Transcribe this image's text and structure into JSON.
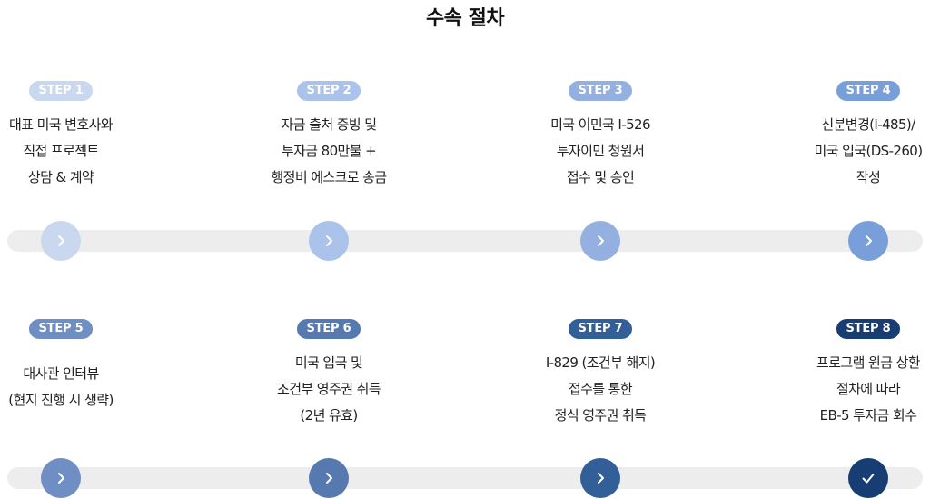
{
  "title": "수속 절차",
  "steps": [
    {
      "label": "STEP 1",
      "lines": [
        "대표 미국 변호사와",
        "직접 프로젝트",
        "상담 & 계약"
      ],
      "color": "#c9d8ef",
      "icon": "chevron-right-icon"
    },
    {
      "label": "STEP 2",
      "lines": [
        "자금 출처 증빙 및",
        "투자금 80만불 +",
        "행정비 에스크로 송금"
      ],
      "color": "#abc3ea",
      "icon": "chevron-right-icon"
    },
    {
      "label": "STEP 3",
      "lines": [
        "미국 이민국 I-526",
        "투자이민 청원서",
        "접수 및 승인"
      ],
      "color": "#93b0e1",
      "icon": "chevron-right-icon"
    },
    {
      "label": "STEP 4",
      "lines": [
        "신분변경(I-485)/",
        "미국 입국(DS-260)",
        "작성"
      ],
      "color": "#789fd9",
      "icon": "chevron-right-icon"
    },
    {
      "label": "STEP 5",
      "lines": [
        "대사관 인터뷰",
        "(현지 진행 시 생략)"
      ],
      "color": "#6f8fc4",
      "icon": "chevron-right-icon"
    },
    {
      "label": "STEP 6",
      "lines": [
        "미국 입국 및",
        "조건부 영주권 취득",
        "(2년 유효)"
      ],
      "color": "#5679b0",
      "icon": "chevron-right-icon"
    },
    {
      "label": "STEP 7",
      "lines": [
        "I-829 (조건부 해지)",
        "접수를 통한",
        "정식 영주권 취득"
      ],
      "color": "#335f98",
      "icon": "chevron-right-icon"
    },
    {
      "label": "STEP 8",
      "lines": [
        "프로그램 원금 상환",
        "절차에 따라",
        "EB-5 투자금 회수"
      ],
      "color": "#183d72",
      "icon": "check-icon"
    }
  ]
}
